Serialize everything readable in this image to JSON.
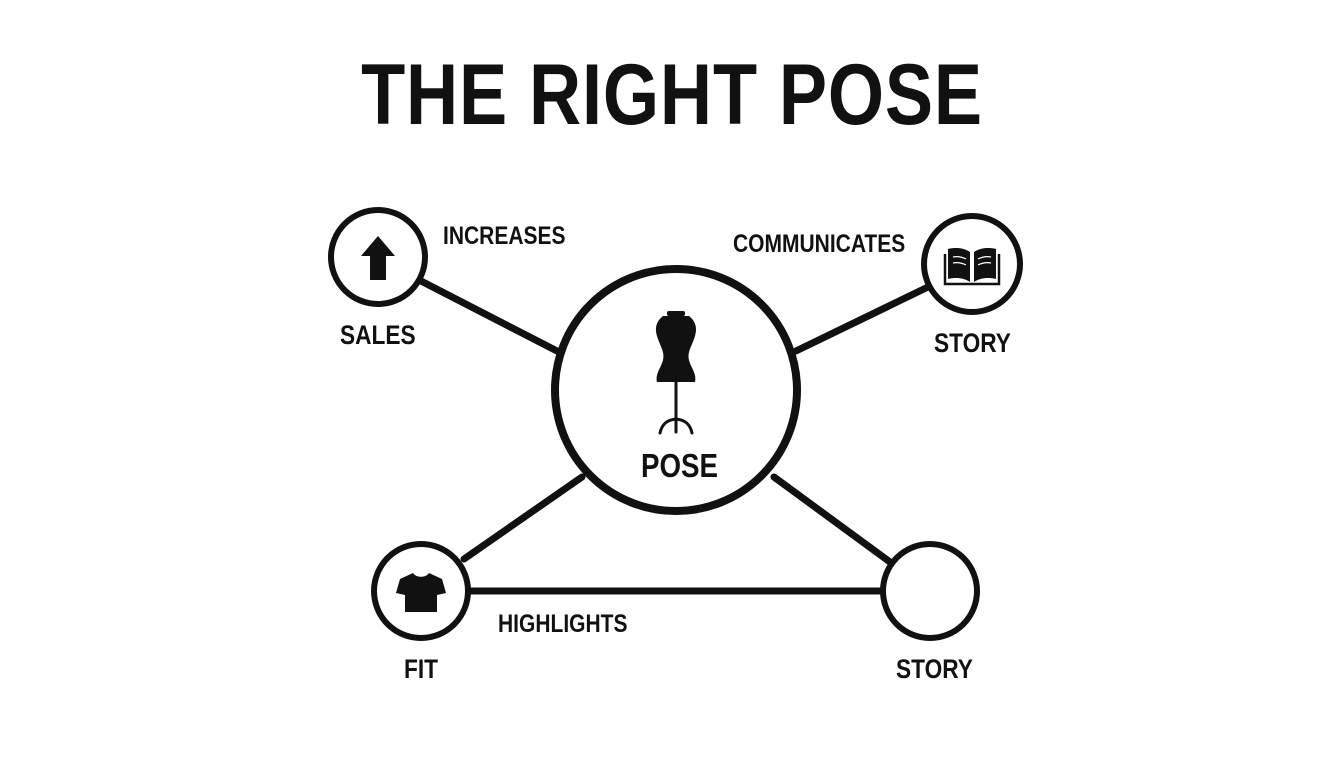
{
  "title": "THE RIGHT POSE",
  "center_node": {
    "label": "POSE",
    "icon": "dress-form-icon"
  },
  "nodes": [
    {
      "id": "sales",
      "label": "SALES",
      "icon": "arrow-up-icon"
    },
    {
      "id": "story-top",
      "label": "STORY",
      "icon": "open-book-icon"
    },
    {
      "id": "fit",
      "label": "FIT",
      "icon": "t-shirt-icon"
    },
    {
      "id": "story-bottom",
      "label": "STORY",
      "icon": ""
    }
  ],
  "edges": [
    {
      "from": "POSE",
      "to": "SALES",
      "label": "INCREASES"
    },
    {
      "from": "POSE",
      "to": "STORY",
      "label": "COMMUNICATES"
    },
    {
      "from": "FIT",
      "to": "STORY",
      "label": "HIGHLIGHTS"
    }
  ],
  "colors": {
    "stroke": "#111111",
    "background": "#ffffff"
  }
}
